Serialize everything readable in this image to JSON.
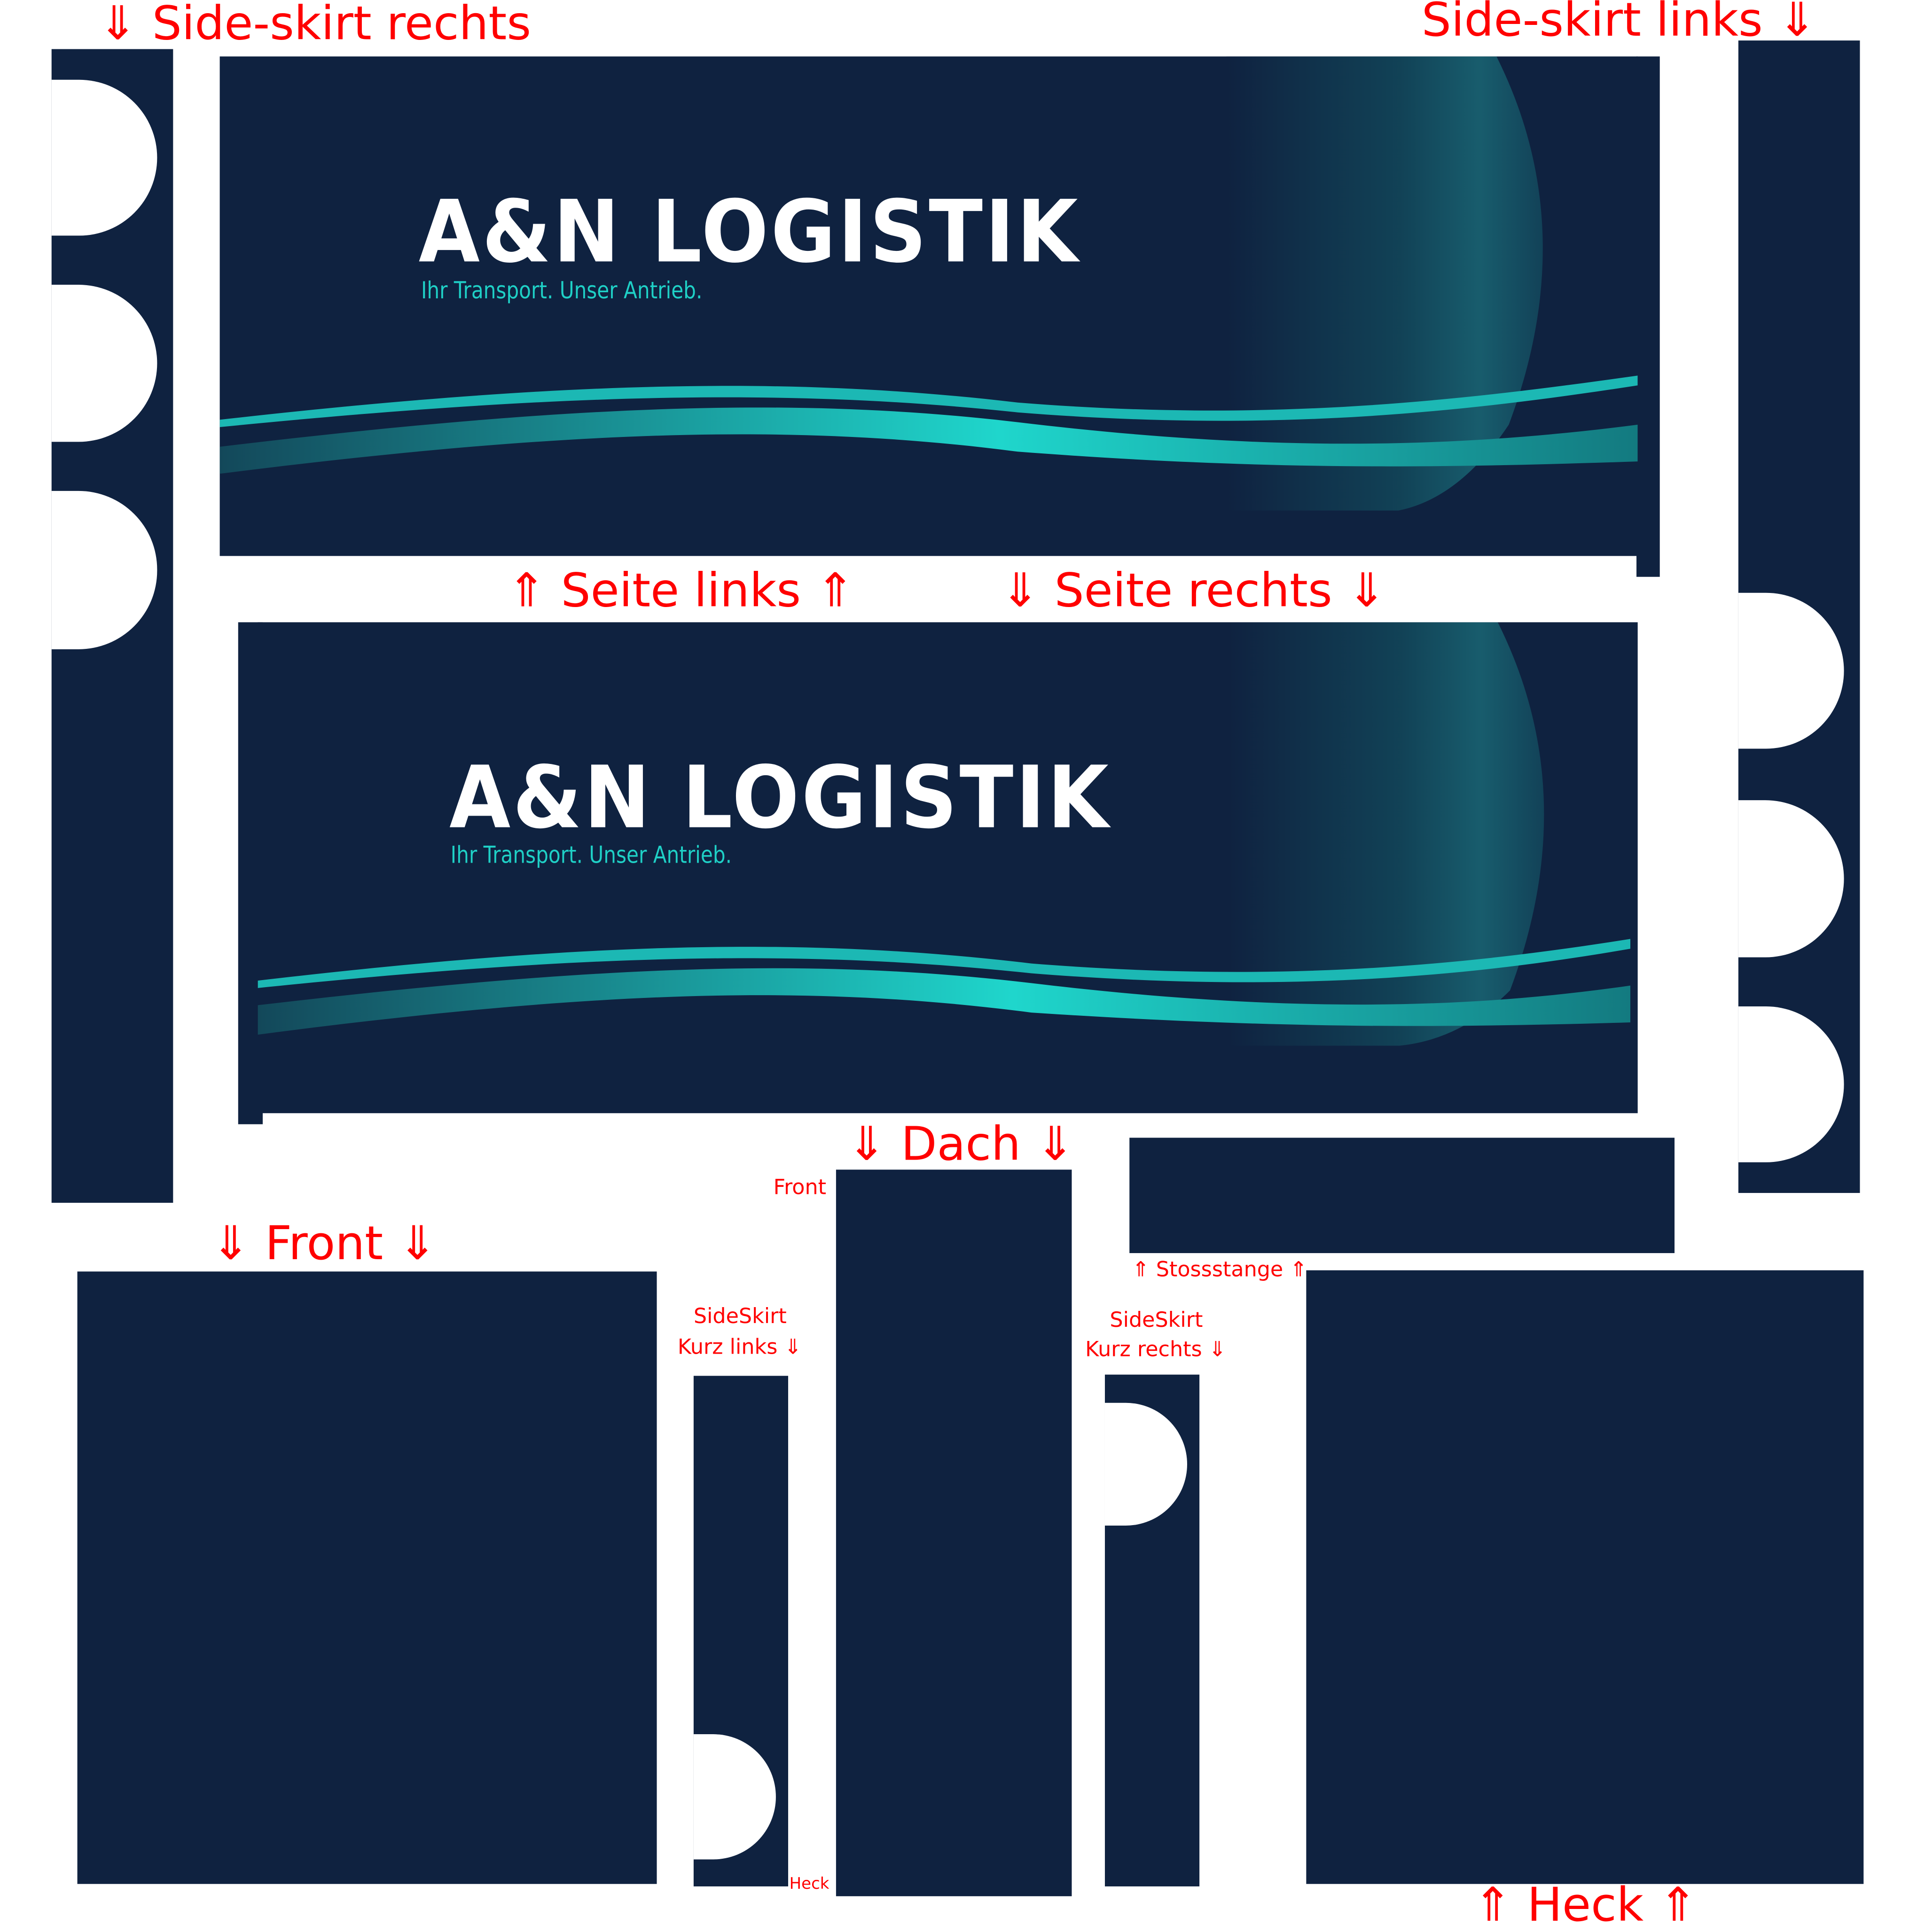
{
  "labels": {
    "side_skirt_rechts": "⇓ Side-skirt rechts",
    "side_skirt_links": "Side-skirt links ⇓",
    "seite_links": "⇑ Seite links ⇑",
    "seite_rechts": "⇓ Seite rechts ⇓",
    "dach": "⇓ Dach ⇓",
    "dach_front": "Front",
    "stossstange": "⇑ Stossstange ⇑",
    "front": "⇓ Front ⇓",
    "sideskirt_kurz_links_1": "SideSkirt",
    "sideskirt_kurz_links_2": "Kurz links ⇓",
    "sideskirt_kurz_rechts_1": "SideSkirt",
    "sideskirt_kurz_rechts_2": "Kurz rechts ⇓",
    "heck_small": "Heck",
    "heck": "⇑ Heck ⇑"
  },
  "branding": {
    "company": "A&N LOGISTIK",
    "slogan": "Ihr Transport. Unser Antrieb."
  },
  "colors": {
    "navy": "#0f2240",
    "teal": "#1fd0c6",
    "label_red": "#ff0000"
  }
}
